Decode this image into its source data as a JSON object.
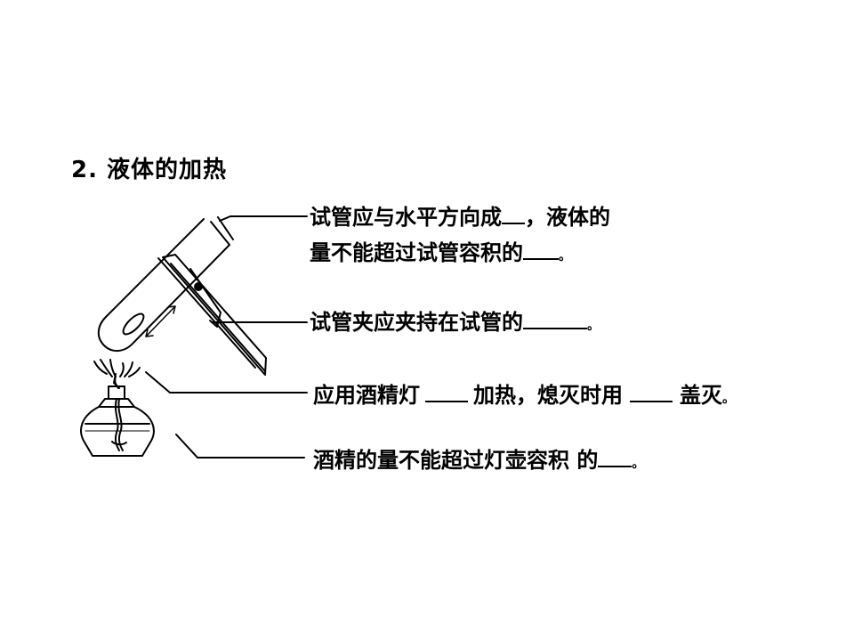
{
  "title": "2. 液体的加热",
  "annotations": {
    "a1_part1": "试管应与水平方向成",
    "a1_part2": "，液体的",
    "a1_line2": "量不能超过试管容积的",
    "a1_end": "。",
    "a2": "试管夹应夹持在试管的",
    "a2_end": "。",
    "a3_part1": "应用酒精灯",
    "a3_part2": "加热，熄灭时用",
    "a3_part3": "盖灭",
    "a3_end": "。",
    "a4": "酒精的量不能超过灯壶容积 的",
    "a4_end": "。"
  }
}
